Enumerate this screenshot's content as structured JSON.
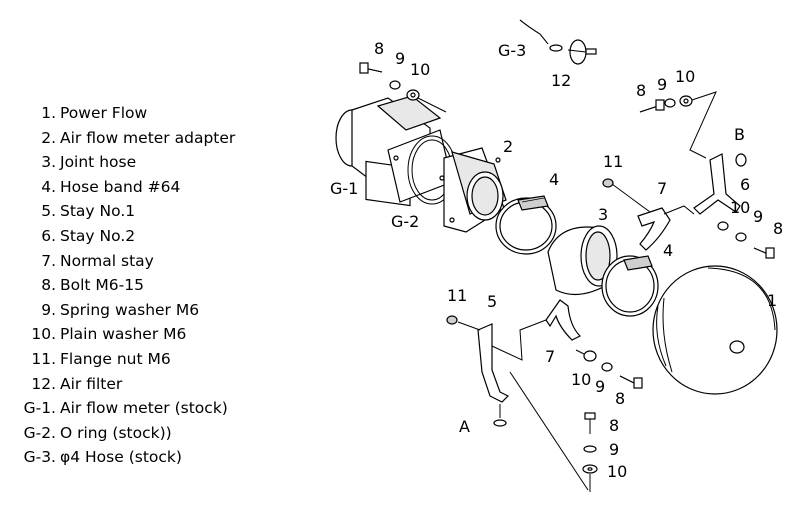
{
  "legend": [
    {
      "num": "1.",
      "text": "Power Flow"
    },
    {
      "num": "2.",
      "text": "Air flow meter adapter"
    },
    {
      "num": "3.",
      "text": "Joint hose"
    },
    {
      "num": "4.",
      "text": "Hose band  #64"
    },
    {
      "num": "5.",
      "text": "Stay  No.1"
    },
    {
      "num": "6.",
      "text": "Stay  No.2"
    },
    {
      "num": "7.",
      "text": "Normal stay"
    },
    {
      "num": "8.",
      "text": "Bolt  M6-15"
    },
    {
      "num": "9.",
      "text": "Spring washer  M6"
    },
    {
      "num": "10.",
      "text": "Plain washer  M6"
    },
    {
      "num": "11.",
      "text": "Flange nut  M6"
    },
    {
      "num": "12.",
      "text": "Air filter"
    },
    {
      "num": "G-1.",
      "text": "Air flow meter (stock)"
    },
    {
      "num": "G-2.",
      "text": "O ring (stock))"
    },
    {
      "num": "G-3.",
      "text": "φ4 Hose (stock)"
    }
  ],
  "callouts": {
    "c1": "1",
    "c2": "2",
    "c3": "3",
    "c4a": "4",
    "c4b": "4",
    "c5": "5",
    "c6": "6",
    "c7a": "7",
    "c7b": "7",
    "c8a": "8",
    "c8b": "8",
    "c8c": "8",
    "c8d": "8",
    "c8e": "8",
    "c9a": "9",
    "c9b": "9",
    "c9c": "9",
    "c9d": "9",
    "c9e": "9",
    "c10a": "10",
    "c10b": "10",
    "c10c": "10",
    "c10d": "10",
    "c10e": "10",
    "c11a": "11",
    "c11b": "11",
    "c12": "12",
    "cG1": "G-1",
    "cG2": "G-2",
    "cG3": "G-3",
    "cA": "A",
    "cB": "B"
  }
}
